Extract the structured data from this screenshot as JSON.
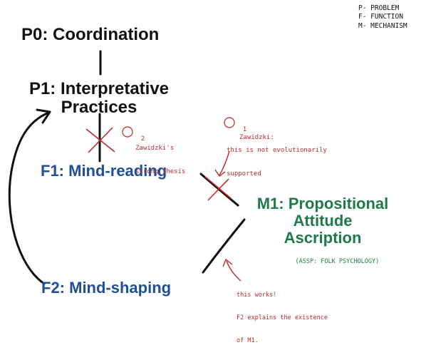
{
  "legend": [
    "P- PROBLEM",
    "F- FUNCTION",
    "M- MECHANISM"
  ],
  "nodes": {
    "p0": "P0: Coordination",
    "p1_line1": "P1: Interpretative",
    "p1_line2": "Practices",
    "f1": "F1: Mind-reading",
    "f2": "F2: Mind-shaping",
    "m1_line1": "M1: Propositional",
    "m1_line2": "Attitude",
    "m1_line3": "Ascription",
    "m1_note": "(ASSP: FOLK PSYCHOLOGY)"
  },
  "annotations": {
    "note2_num": "2",
    "note2_line1": "Zawidzki's",
    "note2_line2": "strong thesis",
    "note1_num": "1",
    "note1_line1": "Zawidzki:",
    "note1_line2": "this is not evolutionarily",
    "note1_line3": "supported",
    "works_line1": "this works!",
    "works_line2": "F2 explains the existence",
    "works_line3": "of M1."
  },
  "colors": {
    "problem": "#111111",
    "function": "#1f4f96",
    "mechanism": "#1f7a4a",
    "annotation": "#c0282b"
  }
}
